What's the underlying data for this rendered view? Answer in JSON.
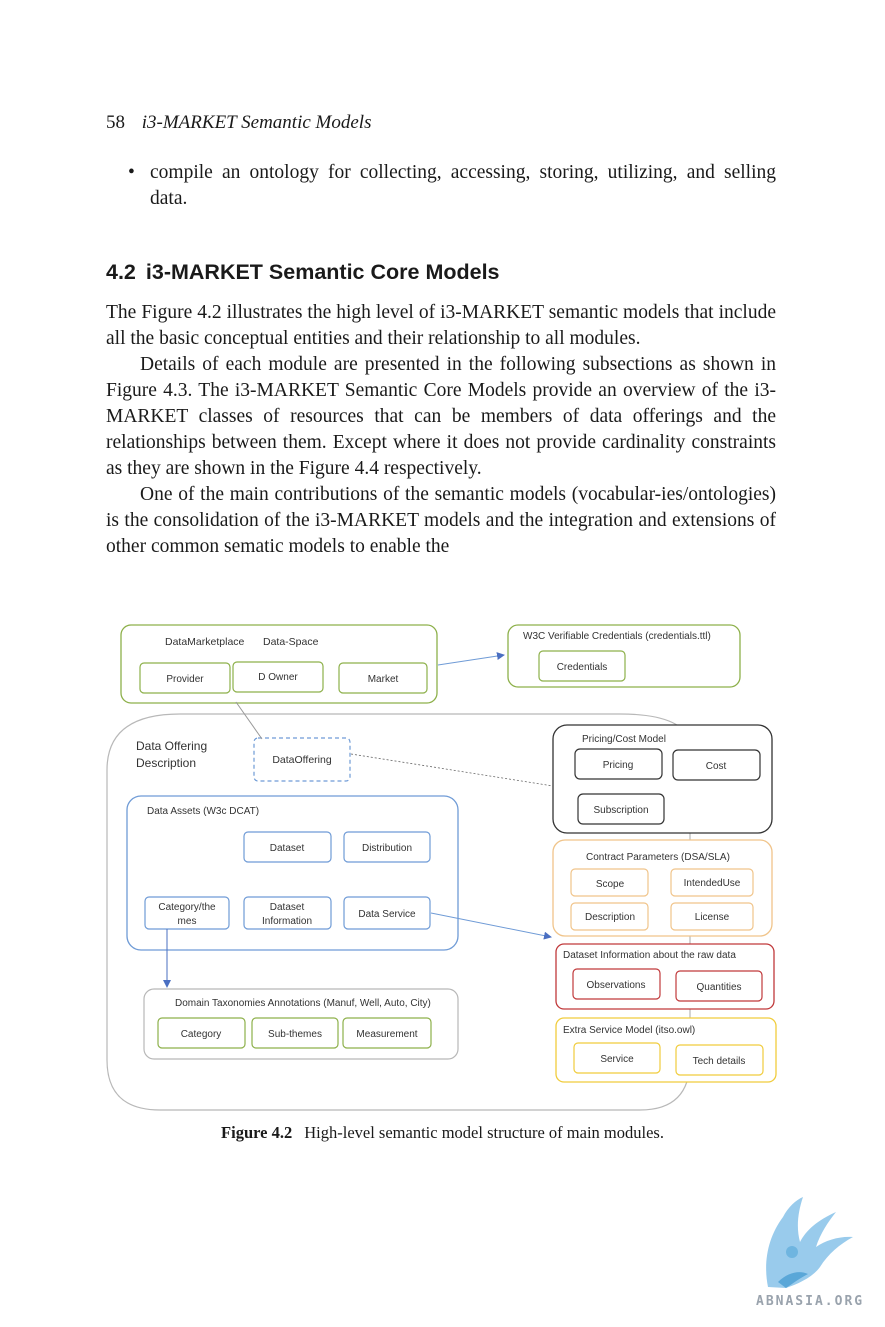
{
  "header": {
    "page_number": "58",
    "running_title": "i3-MARKET Semantic Models"
  },
  "bullet": {
    "marker": "•",
    "text": "compile an ontology for collecting, accessing, storing, utilizing, and selling data."
  },
  "section": {
    "number": "4.2",
    "title": "i3-MARKET Semantic Core Models"
  },
  "paragraphs": [
    "The Figure 4.2 illustrates the high level of i3-MARKET semantic models that include all the basic conceptual entities and their relationship to all modules.",
    "Details of each module are presented in the following subsections as shown in Figure 4.3. The i3-MARKET Semantic Core Models provide an overview of the i3-MARKET classes of resources that can be members of data offerings and the relationships between them. Except where it does not provide cardinality constraints as they are shown in the Figure 4.4 respectively.",
    "One of the main contributions of the semantic models (vocabular-ies/ontologies) is the consolidation of the i3-MARKET models and the integration and extensions of other common sematic models to enable the"
  ],
  "figure": {
    "marketplace": {
      "title_1": "DataMarketplace",
      "title_2": "Data-Space",
      "provider": "Provider",
      "d_owner": "D Owner",
      "market": "Market"
    },
    "credentials": {
      "title": "W3C Verifiable Credentials  (credentials.ttl)",
      "item": "Credentials"
    },
    "offering": {
      "title_line1": "Data Offering",
      "title_line2": "Description",
      "data_offering": "DataOffering"
    },
    "assets": {
      "title": "Data Assets (W3c DCAT)",
      "dataset": "Dataset",
      "distribution": "Distribution",
      "category_line1": "Category/the",
      "category_line2": "mes",
      "dataset_info_line1": "Dataset",
      "dataset_info_line2": "Information",
      "data_service": "Data Service"
    },
    "taxonomies": {
      "title": "Domain Taxonomies Annotations  (Manuf, Well, Auto, City)",
      "category": "Category",
      "sub_themes": "Sub-themes",
      "measurement": "Measurement"
    },
    "pricing": {
      "title": "Pricing/Cost Model",
      "pricing": "Pricing",
      "cost": "Cost",
      "subscription": "Subscription"
    },
    "contract": {
      "title": "Contract Parameters (DSA/SLA)",
      "scope": "Scope",
      "intended_use": "IntendedUse",
      "description": "Description",
      "license": "License"
    },
    "dataset_information": {
      "title": "Dataset Information about the raw data",
      "observations": "Observations",
      "quantities": "Quantities"
    },
    "extra_service": {
      "title": "Extra Service Model  (itso.owl)",
      "service": "Service",
      "tech_details": "Tech details"
    },
    "colors": {
      "green": "#8db04a",
      "blue": "#6f9bd6",
      "dark": "#333333",
      "orange": "#f0c48a",
      "red": "#c0393b",
      "yellow": "#f0cc3c",
      "gray": "#b8b8b8"
    }
  },
  "caption": {
    "label": "Figure 4.2",
    "text": "High-level semantic model structure of main modules."
  },
  "watermark": {
    "text": "ABNASIA.ORG"
  }
}
